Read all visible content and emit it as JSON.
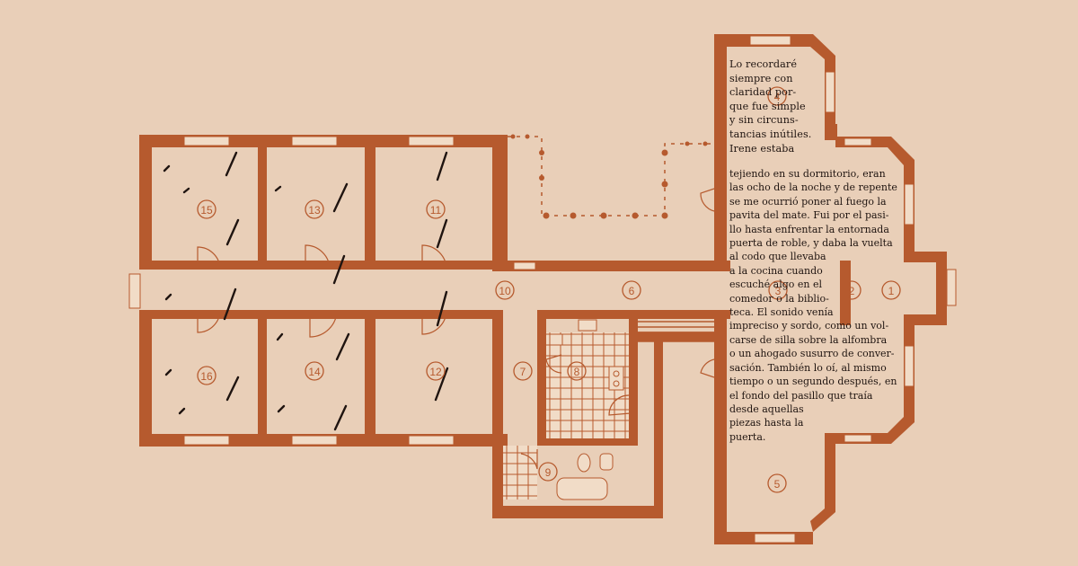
{
  "colors": {
    "background": "#e9cfb8",
    "wall": "#b65a2e",
    "text": "#1f1410"
  },
  "rooms": [
    "1",
    "2",
    "3",
    "4",
    "5",
    "6",
    "7",
    "8",
    "9",
    "10",
    "11",
    "12",
    "13",
    "14",
    "15",
    "16"
  ],
  "passage": {
    "line_01": "Lo recordaré",
    "line_02": "siempre con",
    "line_03": "claridad por-",
    "line_04": "que fue simple",
    "line_05": "y sin circuns-",
    "line_06": "tancias inútiles.",
    "line_07": "Irene estaba",
    "line_08": "tejiendo en su dormitorio, eran",
    "line_09": "las ocho de la noche y de repente",
    "line_10": "se me ocurrió poner al fuego la",
    "line_11": "pavita del mate. Fui por el pasi-",
    "line_12": "llo hasta enfrentar la entornada",
    "line_13": "puerta de roble, y daba la vuelta",
    "line_14": "al codo que llevaba",
    "line_15": "a la cocina cuando",
    "line_16": "escuché algo en el",
    "line_17": "comedor o la biblio-",
    "line_18": "teca. El sonido venía",
    "line_19": "impreciso y sordo, como un vol-",
    "line_20": "carse de silla sobre la alfombra",
    "line_21": "o un ahogado susurro de conver-",
    "line_22": "sación. También lo oí, al mismo",
    "line_23": "tiempo o un segundo después, en",
    "line_24": "el fondo del pasillo que traía",
    "line_25": "desde aquellas",
    "line_26": "piezas hasta la",
    "line_27": "puerta."
  }
}
